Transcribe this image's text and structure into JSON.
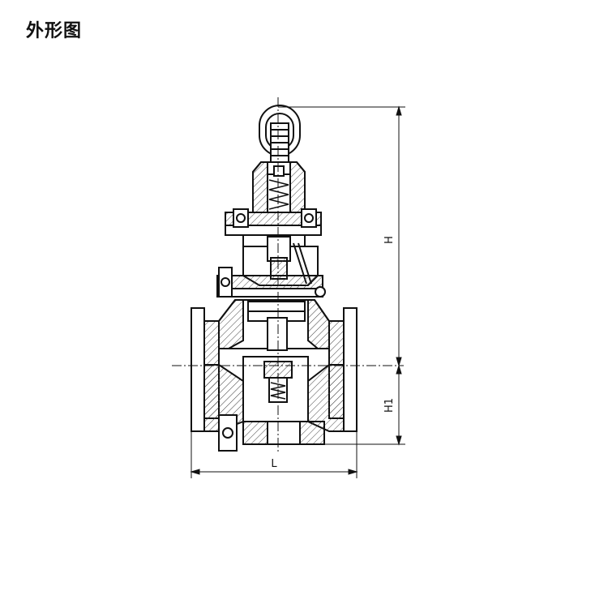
{
  "header": {
    "title": "外形图"
  },
  "dimensions": {
    "height_label": "H",
    "height1_label": "H1",
    "length_label": "L"
  },
  "colors": {
    "line": "#111111",
    "hatch": "#444444",
    "background": "#ffffff"
  }
}
